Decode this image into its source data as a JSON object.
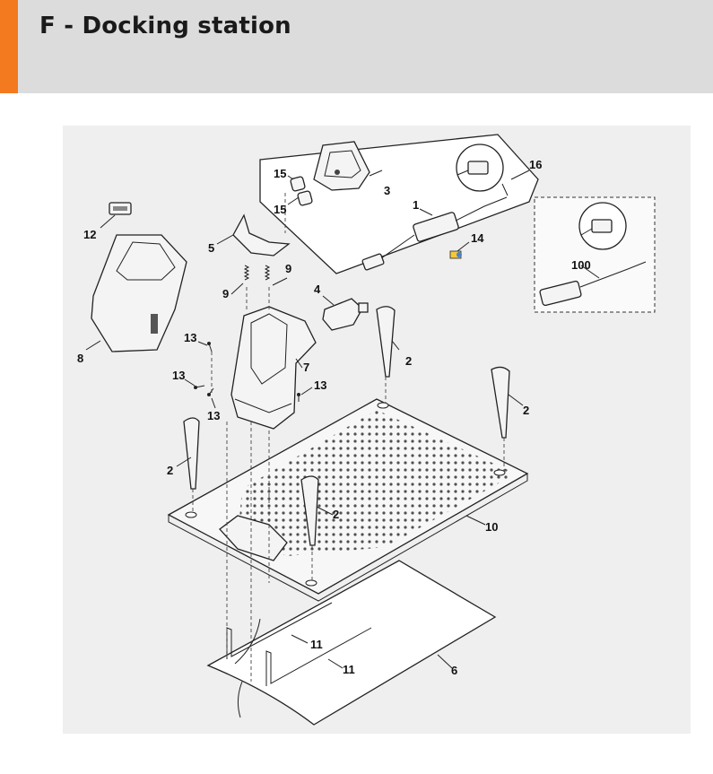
{
  "header": {
    "title": "F - Docking station",
    "accent_color": "#f37a1f",
    "background_color": "#dcdcdc"
  },
  "diagram": {
    "callouts": {
      "c1": "1",
      "c2a": "2",
      "c2b": "2",
      "c2c": "2",
      "c2d": "2",
      "c3": "3",
      "c4": "4",
      "c5": "5",
      "c6": "6",
      "c7": "7",
      "c8": "8",
      "c9a": "9",
      "c9b": "9",
      "c10": "10",
      "c11a": "11",
      "c11b": "11",
      "c12": "12",
      "c13a": "13",
      "c13b": "13",
      "c13c": "13",
      "c13d": "13",
      "c14": "14",
      "c15a": "15",
      "c15b": "15",
      "c16": "16",
      "c100": "100"
    }
  }
}
